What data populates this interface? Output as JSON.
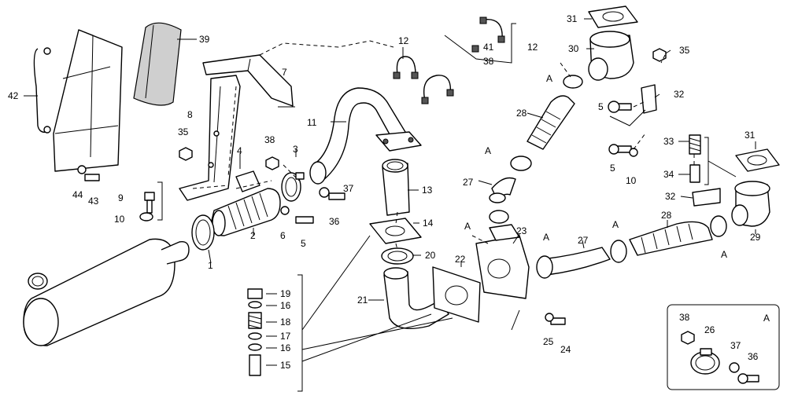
{
  "diagram": {
    "part_numbers": [
      "1",
      "2",
      "3",
      "4",
      "5",
      "6",
      "7",
      "8",
      "9",
      "10",
      "11",
      "12",
      "13",
      "14",
      "15",
      "16",
      "17",
      "18",
      "19",
      "20",
      "21",
      "22",
      "23",
      "24",
      "25",
      "26",
      "27",
      "28",
      "29",
      "30",
      "31",
      "32",
      "33",
      "34",
      "35",
      "36",
      "37",
      "38",
      "39",
      "41",
      "42",
      "43",
      "44"
    ],
    "clamp_marker": "A",
    "inset_label": "A"
  }
}
